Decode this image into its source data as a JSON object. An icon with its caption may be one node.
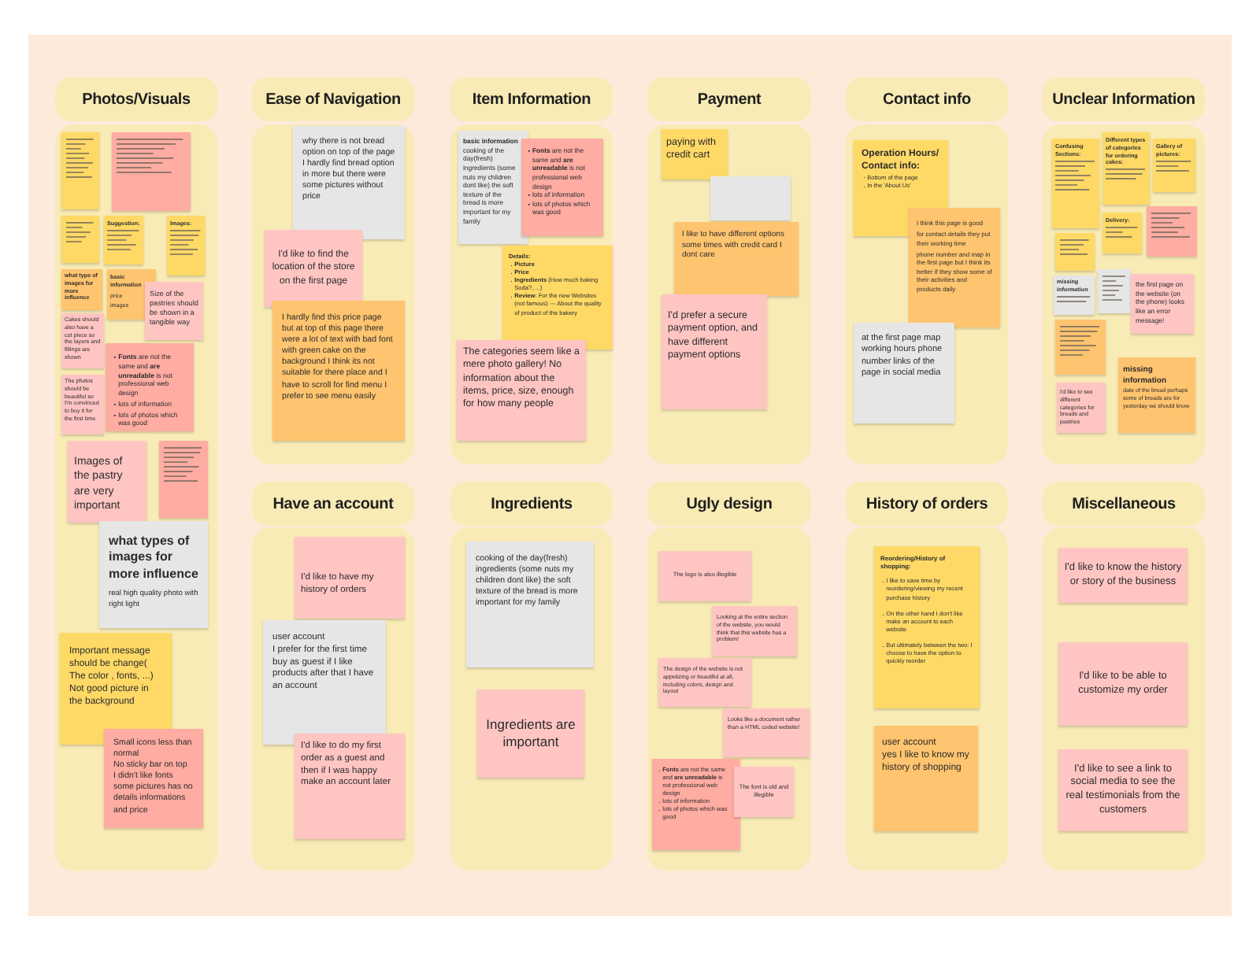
{
  "diagram": {
    "nodes": [
      {
        "text": [
          "Photos/Visuals"
        ]
      },
      {
        "text": [],
        "shape": "box"
      },
      {
        "text": [],
        "shape": "box",
        "in": 1
      },
      {
        "text": [],
        "shape": "box",
        "in": 1
      },
      {
        "text": [],
        "shape": "box",
        "in": 1
      },
      {
        "text": [
          "Suggestion:"
        ],
        "in": 1
      },
      {
        "text": [
          "Images:"
        ],
        "in": 1
      },
      {
        "text": [
          "what type of images for more influence"
        ],
        "in": 1
      },
      {
        "text": [
          "basic information",
          "price",
          "images"
        ],
        "in": 1
      },
      {
        "text": [
          "Size of the pastries should be shown in a tangible way"
        ],
        "in": 1
      },
      {
        "text": [
          "Cakes should also have a cut piece so the layers and fillings are shown"
        ],
        "in": 1
      },
      {
        "text": [
          "**Fonts** are not the same and **are unreadable** is not professional web design",
          "lots of information",
          "lots of photos which was good"
        ],
        "in": 1
      },
      {
        "text": [
          "The photos should be beautiful so I'm convinced to buy it for the first time"
        ],
        "in": 1
      },
      {
        "text": [
          "Images of the pastry are very important"
        ],
        "in": 1
      },
      {
        "text": [],
        "shape": "box",
        "in": 1
      },
      {
        "text": [
          "what types of images for more influence",
          "real high quality photo with right light"
        ],
        "in": 1
      },
      {
        "text": [
          "Important message should be change( The color , fonts, ...) Not good picture in the background"
        ],
        "in": 1
      },
      {
        "text": [
          "Small icons less than normal",
          "No sticky bar on top",
          "I didn't like fonts",
          "some pictures has no details informations and price"
        ],
        "in": 1
      },
      {
        "text": [
          "Ease of Navigation"
        ]
      },
      {
        "text": [],
        "shape": "box"
      },
      {
        "text": [
          "why there is not bread option on top of the page I hardly find bread option in more but there were some pictures without price"
        ],
        "in": 19
      },
      {
        "text": [
          "I'd like to find the location of the store on the first page"
        ],
        "in": 19
      },
      {
        "text": [
          "I hardly find this price page but at top of this page there were a lot of text with bad font with green cake on the background I think its not suitable for there place and I have to scroll for find menu I prefer to see menu easily"
        ],
        "in": 19
      },
      {
        "text": [
          "Item Information"
        ]
      },
      {
        "text": [],
        "shape": "box"
      },
      {
        "text": [
          "basic information",
          "cooking of the day(fresh) ingredients (some nuts my children dont like) the soft texture of the bread is more important for my family"
        ],
        "in": 24
      },
      {
        "text": [
          "**Fonts** are not the same and **are unreadable** is not professional web design",
          "lots of information",
          "lots of photos which was good"
        ],
        "in": 24
      },
      {
        "text": [
          "Details:",
          "Picture",
          "Price",
          "**Ingredients** (How much baking Soda?, ...)",
          "**Review**: For the new Websites (not famous) --- About the quality of product of the bakery"
        ],
        "in": 24
      },
      {
        "text": [
          "The categories seem like a mere photo gallery! No information about the items, price, size, enough for how many people"
        ],
        "in": 24
      },
      {
        "text": [
          "Payment"
        ]
      },
      {
        "text": [],
        "shape": "box"
      },
      {
        "text": [
          "paying with credit cart"
        ],
        "in": 30
      },
      {
        "text": [],
        "shape": "box",
        "in": 30
      },
      {
        "text": [
          "I like to have different options some times with credit card I dont care"
        ],
        "in": 30
      },
      {
        "text": [
          "I'd prefer a secure payment option, and have different payment options"
        ],
        "in": 30
      },
      {
        "text": [
          "Contact info"
        ]
      },
      {
        "text": [],
        "shape": "box"
      },
      {
        "text": [
          "Operation Hours/ Contact info:",
          "Bottom of the page",
          "In the 'About Us'"
        ],
        "in": 36
      },
      {
        "text": [
          "I think this page is good",
          "for contact details they put their working time",
          "phone number and map in the first page but I think its better if they show some of their activities and products daily"
        ],
        "in": 36
      },
      {
        "text": [
          "at the first page map working hours phone number links of the page in social media"
        ],
        "in": 36
      },
      {
        "text": [
          "Unclear Information"
        ]
      },
      {
        "text": [],
        "shape": "box"
      },
      {
        "text": [
          "Confusing Sections:"
        ],
        "in": 41
      },
      {
        "text": [
          "Different types of categories for ordering cakes:"
        ],
        "in": 41
      },
      {
        "text": [
          "Gallery of pictures:"
        ],
        "in": 41
      },
      {
        "text": [],
        "shape": "box",
        "in": 41
      },
      {
        "text": [
          "Delivery:"
        ],
        "in": 41
      },
      {
        "text": [],
        "shape": "box",
        "in": 41
      },
      {
        "text": [
          "missing information"
        ],
        "in": 41
      },
      {
        "text": [],
        "shape": "box",
        "in": 41
      },
      {
        "text": [
          "the first page on the website (on the phone) looks like an error message!"
        ],
        "in": 41
      },
      {
        "text": [],
        "shape": "box",
        "in": 41
      },
      {
        "text": [
          "missing information",
          "date of the bread perhaps some of breads are for yesterday we should know"
        ],
        "in": 41
      },
      {
        "text": [
          "I'd like to see different categories for breads and pastries"
        ],
        "in": 41
      },
      {
        "text": [
          "Have an account"
        ]
      },
      {
        "text": [],
        "shape": "box"
      },
      {
        "text": [
          "I'd like to have my history of orders"
        ],
        "in": 55
      },
      {
        "text": [
          "user account",
          "I prefer for the first time buy as guest if I like products after that I have an account"
        ],
        "in": 55
      },
      {
        "text": [
          "I'd like to do my first order as a guest and then if I was happy make an account later"
        ],
        "in": 55
      },
      {
        "text": [
          "Ingredients"
        ]
      },
      {
        "text": [],
        "shape": "box"
      },
      {
        "text": [
          "cooking of the day(fresh) ingredients (some nuts my children dont like) the soft texture of the bread is more important for my family"
        ],
        "in": 60
      },
      {
        "text": [
          "Ingredients are important"
        ],
        "in": 60
      },
      {
        "text": [
          "Ugly design"
        ]
      },
      {
        "text": [],
        "shape": "box"
      },
      {
        "text": [
          "The logo is also illegible"
        ],
        "in": 64
      },
      {
        "text": [
          "Looking at the entire section of the website, you would think that this website has a problem!"
        ],
        "in": 64
      },
      {
        "text": [
          "The design of the website is not appetizing or beautiful at all, including colors, design and layout"
        ],
        "in": 64
      },
      {
        "text": [
          "Looks like a document rather than a HTML coded website!"
        ],
        "in": 64
      },
      {
        "text": [
          "**Fonts** are not the same and **are unreadable** is not professional web design",
          "lots of information",
          "lots of photos which was good"
        ],
        "in": 64
      },
      {
        "text": [
          "The font is old and illegible"
        ],
        "in": 64
      },
      {
        "text": [
          "History of orders"
        ]
      },
      {
        "text": [],
        "shape": "box"
      },
      {
        "text": [
          "Reordering/History of shopping:",
          "I like to save time by reordering/viewing my recent purchase history",
          "On the other hand I don't like make an account to each website",
          "But ultimately between the two: I choose to have the option to quickly reorder"
        ],
        "in": 72
      },
      {
        "text": [
          "user account",
          "yes I like to know my history of shopping"
        ],
        "in": 72
      },
      {
        "text": [
          "Miscellaneous"
        ]
      },
      {
        "text": [],
        "shape": "box"
      },
      {
        "text": [
          "I'd like to know the history or story of the business"
        ],
        "in": 76
      },
      {
        "text": [
          "I'd like to be able to customize my order"
        ],
        "in": 76
      },
      {
        "text": [
          "I'd like to see a link to social media to see the real testimonials from the customers"
        ],
        "in": 76
      }
    ]
  }
}
